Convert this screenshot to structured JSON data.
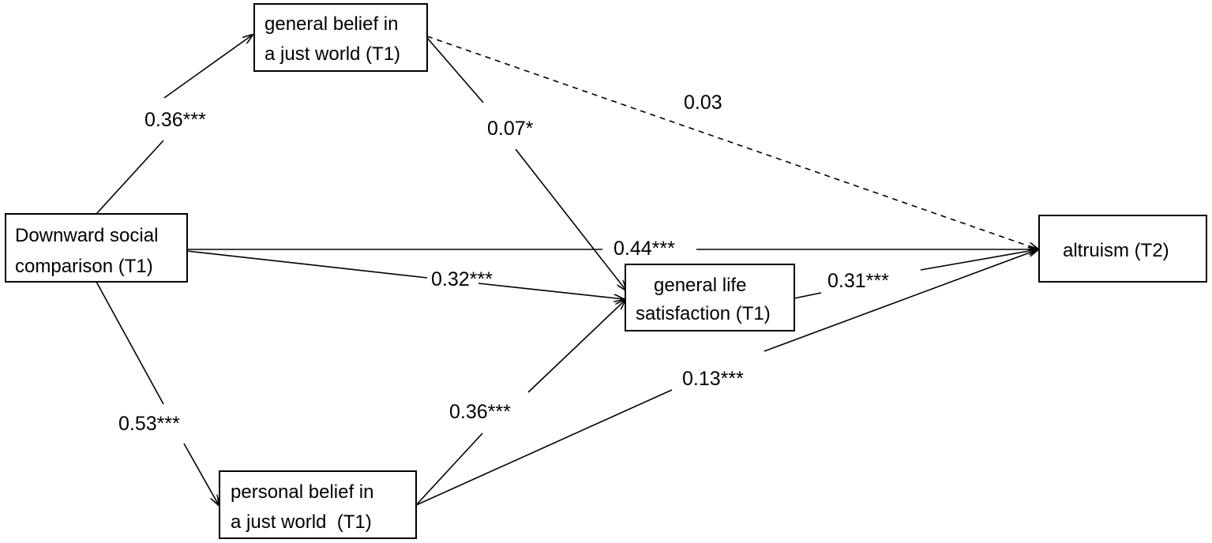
{
  "nodes": {
    "dsc": {
      "line1": "Downward social",
      "line2": "comparison (T1)"
    },
    "gbjw": {
      "line1": "general belief in",
      "line2": "a just world (T1)"
    },
    "pbjw": {
      "line1": "personal belief in",
      "line2": "a just world  (T1)"
    },
    "gls": {
      "line1": "general life",
      "line2": "satisfaction (T1)"
    },
    "alt": {
      "line1": "altruism (T2)"
    }
  },
  "paths": {
    "dsc_gbjw": {
      "coef": "0.36***",
      "significant": true
    },
    "dsc_pbjw": {
      "coef": "0.53***",
      "significant": true
    },
    "dsc_alt": {
      "coef": "0.44***",
      "significant": true
    },
    "dsc_gls": {
      "coef": "0.32***",
      "significant": true
    },
    "gbjw_gls": {
      "coef": "0.07*",
      "significant": true
    },
    "gbjw_alt": {
      "coef": "0.03",
      "significant": false
    },
    "pbjw_gls": {
      "coef": "0.36***",
      "significant": true
    },
    "pbjw_alt": {
      "coef": "0.13***",
      "significant": true
    },
    "gls_alt": {
      "coef": "0.31***",
      "significant": true
    }
  },
  "colors": {
    "stroke": "#000000",
    "background": "#ffffff"
  }
}
